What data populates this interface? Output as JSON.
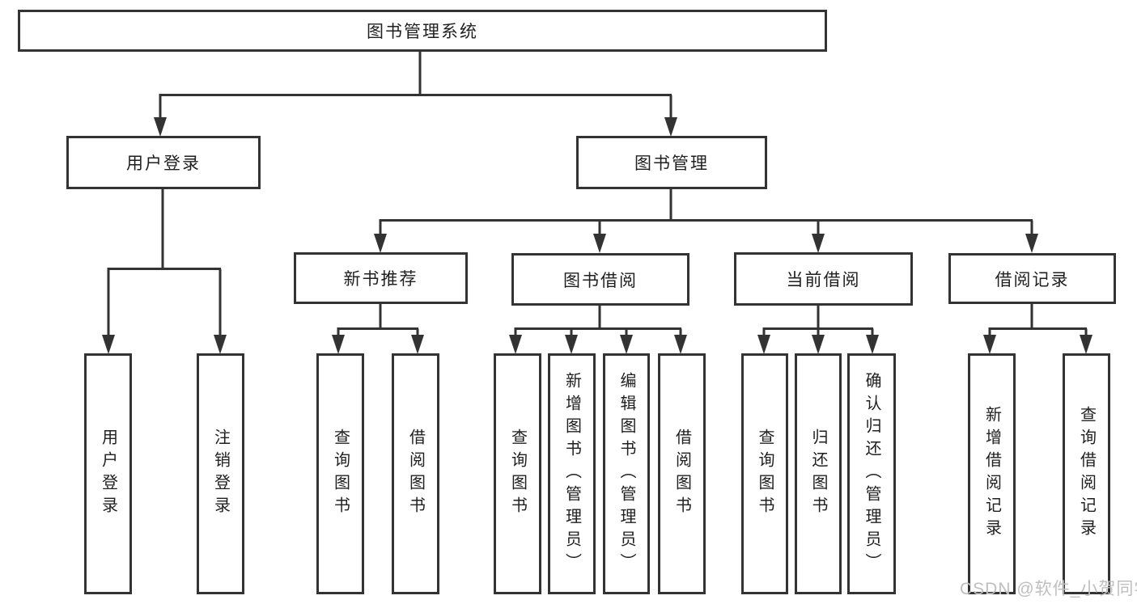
{
  "diagram": {
    "root_label": "图书管理系统",
    "level2": [
      {
        "label": "用户登录",
        "children": [
          {
            "label": "用户登录"
          },
          {
            "label": "注销登录"
          }
        ]
      },
      {
        "label": "图书管理"
      }
    ],
    "level3": [
      {
        "label": "新书推荐",
        "children": [
          {
            "label": "查询图书"
          },
          {
            "label": "借阅图书"
          }
        ]
      },
      {
        "label": "图书借阅",
        "children": [
          {
            "label": "查询图书"
          },
          {
            "label": "新增图书（管理员）"
          },
          {
            "label": "编辑图书（管理员）"
          },
          {
            "label": "借阅图书"
          }
        ]
      },
      {
        "label": "当前借阅",
        "children": [
          {
            "label": "查询图书"
          },
          {
            "label": "归还图书"
          },
          {
            "label": "确认归还（管理员）"
          }
        ]
      },
      {
        "label": "借阅记录",
        "children": [
          {
            "label": "新增借阅记录"
          },
          {
            "label": "查询借阅记录"
          }
        ]
      }
    ]
  },
  "watermark": {
    "text": "CSDN @软件_小贺同学"
  },
  "colors": {
    "line": "#333333",
    "box_border": "#333333",
    "text": "#1f1f1f",
    "watermark": "#bfbfbf",
    "background": "#ffffff"
  }
}
